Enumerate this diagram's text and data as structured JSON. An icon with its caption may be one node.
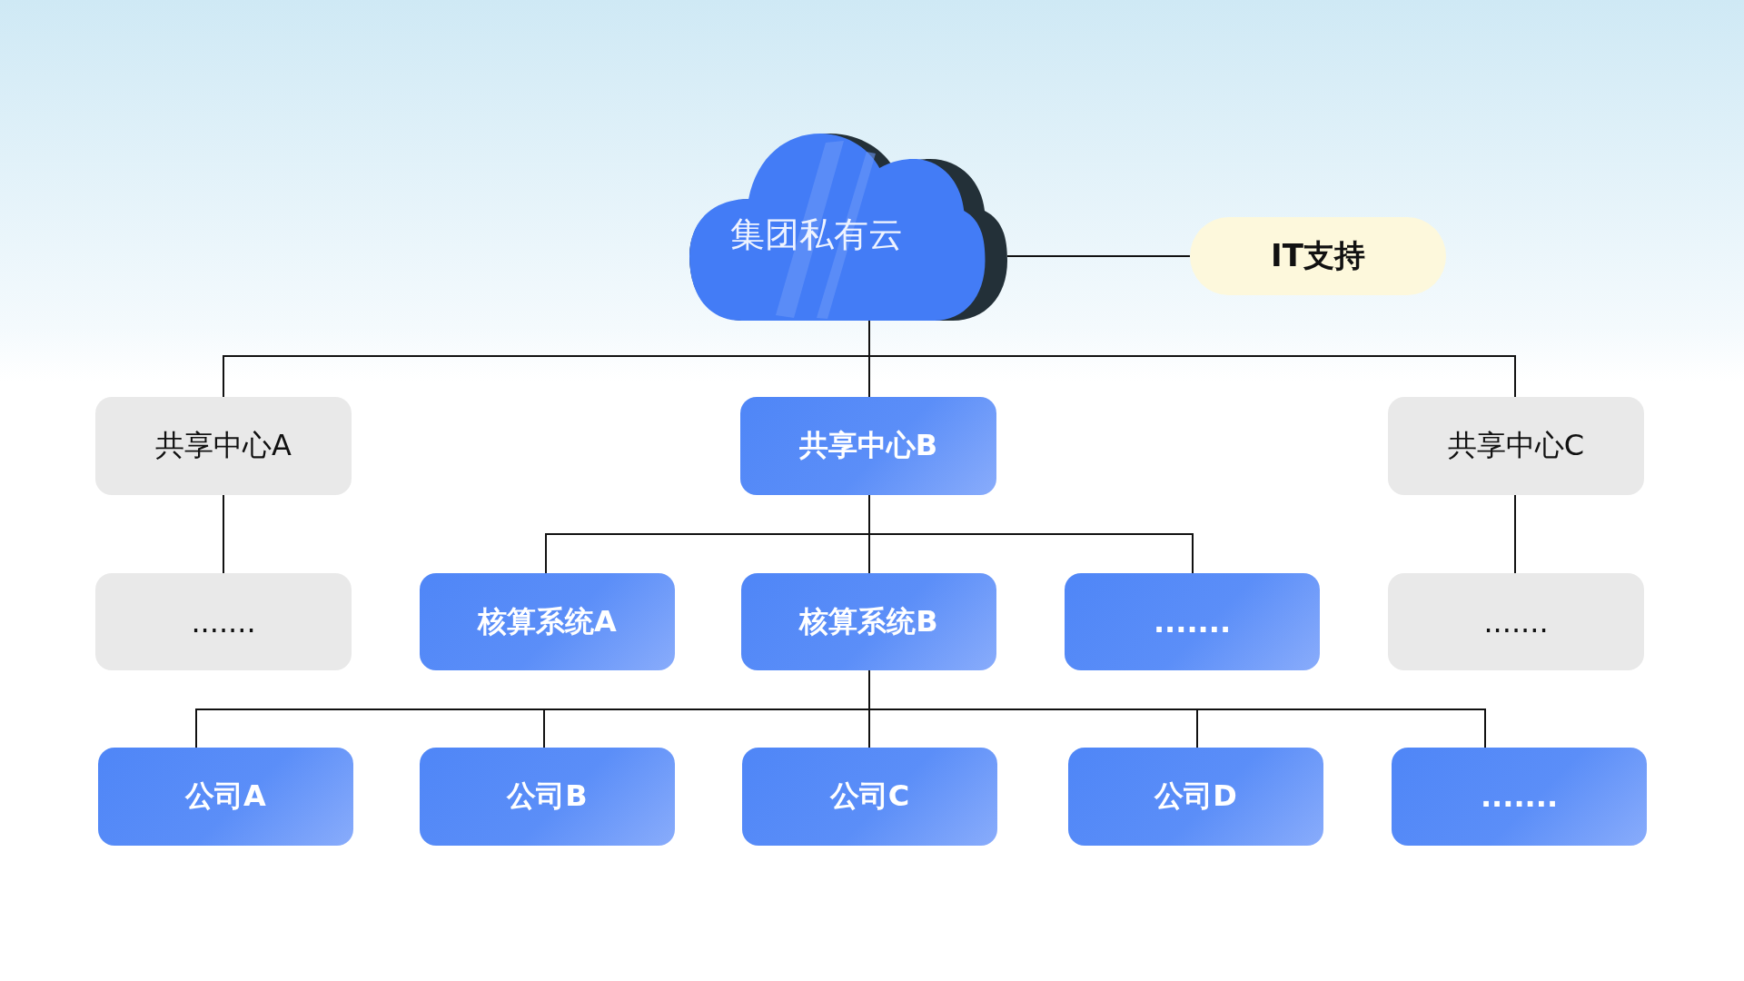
{
  "diagram": {
    "nodes": [
      {
        "text": [
          "集团私有云"
        ]
      },
      {
        "text": [
          "IT支持"
        ]
      },
      {
        "text": [
          "共享中心A"
        ]
      },
      {
        "text": [
          "共享中心B"
        ]
      },
      {
        "text": [
          "共享中心C"
        ]
      },
      {
        "text": [
          "......."
        ]
      },
      {
        "text": [
          "核算系统A"
        ]
      },
      {
        "text": [
          "核算系统B"
        ]
      },
      {
        "text": [
          "......."
        ]
      },
      {
        "text": [
          "......."
        ]
      },
      {
        "text": [
          "公司A"
        ]
      },
      {
        "text": [
          "公司B"
        ]
      },
      {
        "text": [
          "公司C"
        ]
      },
      {
        "text": [
          "公司D"
        ]
      },
      {
        "text": [
          "......."
        ]
      }
    ],
    "edges": [
      {
        "from": 0,
        "to": 1,
        "arrow": "none"
      },
      {
        "from": 0,
        "to": 2,
        "arrow": "none"
      },
      {
        "from": 0,
        "to": 3,
        "arrow": "none"
      },
      {
        "from": 0,
        "to": 4,
        "arrow": "none"
      },
      {
        "from": 2,
        "to": 5,
        "arrow": "none"
      },
      {
        "from": 3,
        "to": 6,
        "arrow": "none"
      },
      {
        "from": 3,
        "to": 7,
        "arrow": "none"
      },
      {
        "from": 3,
        "to": 8,
        "arrow": "none"
      },
      {
        "from": 4,
        "to": 9,
        "arrow": "none"
      },
      {
        "from": 7,
        "to": 10,
        "arrow": "none"
      },
      {
        "from": 7,
        "to": 11,
        "arrow": "none"
      },
      {
        "from": 7,
        "to": 12,
        "arrow": "none"
      },
      {
        "from": 7,
        "to": 13,
        "arrow": "none"
      },
      {
        "from": 7,
        "to": 14,
        "arrow": "none"
      }
    ]
  }
}
